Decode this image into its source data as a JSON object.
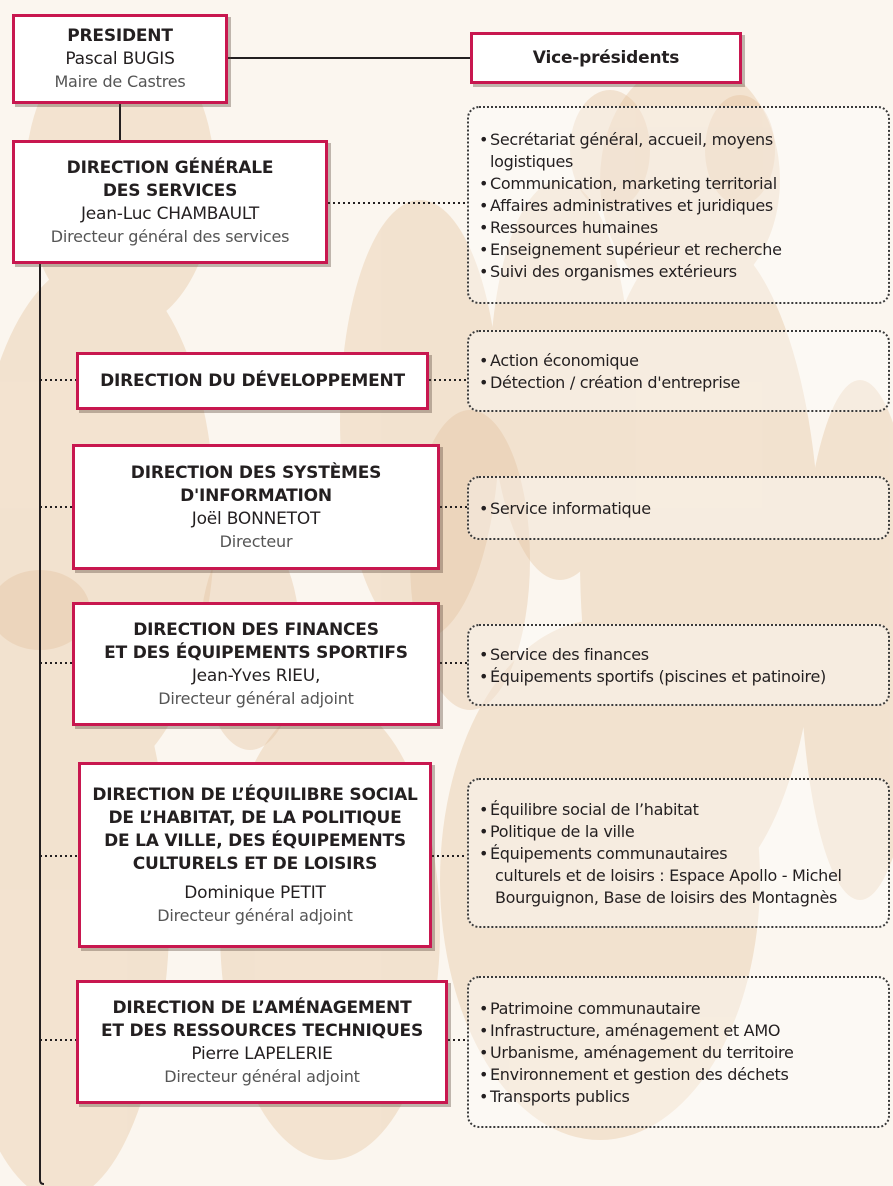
{
  "president": {
    "title": "PRESIDENT",
    "name": "Pascal BUGIS",
    "role": "Maire de Castres"
  },
  "vice": {
    "label": "Vice-présidents"
  },
  "dgs": {
    "title_1": "DIRECTION GÉNÉRALE",
    "title_2": "DES SERVICES",
    "name": "Jean-Luc CHAMBAULT",
    "role": "Directeur général des services",
    "items": [
      "Secrétariat général, accueil, moyens",
      "logistiques",
      "Communication, marketing territorial",
      "Affaires administratives et juridiques",
      "Ressources humaines",
      "Enseignement supérieur et recherche",
      "Suivi des organismes extérieurs"
    ]
  },
  "dev": {
    "title": "DIRECTION DU DÉVELOPPEMENT",
    "items": [
      "Action économique",
      "Détection / création d'entreprise"
    ]
  },
  "dsi": {
    "title_1": "DIRECTION DES SYSTÈMES",
    "title_2": "D'INFORMATION",
    "name": "Joël BONNETOT",
    "role": "Directeur",
    "items": [
      "Service informatique"
    ]
  },
  "fin": {
    "title_1": "DIRECTION DES FINANCES",
    "title_2": "ET DES ÉQUIPEMENTS SPORTIFS",
    "name": "Jean-Yves RIEU,",
    "role": "Directeur général adjoint",
    "items": [
      "Service des finances",
      "Équipements sportifs (piscines et patinoire)"
    ]
  },
  "soc": {
    "title_1": "DIRECTION DE L’ÉQUILIBRE SOCIAL",
    "title_2": "DE L’HABITAT, DE LA POLITIQUE",
    "title_3": "DE LA VILLE, DES ÉQUIPEMENTS",
    "title_4": "CULTURELS ET DE LOISIRS",
    "name": "Dominique PETIT",
    "role": "Directeur général adjoint",
    "items": [
      "Équilibre social de l’habitat",
      "Politique de la ville",
      "Équipements communautaires",
      "culturels et de loisirs : Espace Apollo - Michel",
      "Bourguignon, Base de loisirs des Montagnès"
    ]
  },
  "ame": {
    "title_1": "DIRECTION DE L’AMÉNAGEMENT",
    "title_2": "ET DES RESSOURCES TECHNIQUES",
    "name": "Pierre LAPELERIE",
    "role": "Directeur général adjoint",
    "items": [
      "Patrimoine communautaire",
      "Infrastructure, aménagement et AMO",
      "Urbanisme, aménagement du territoire",
      "Environnement et gestion des déchets",
      "Transports publics"
    ]
  },
  "colors": {
    "box_border": "#c8174f",
    "background": "#fbf6ef",
    "photo_tint": "#e9c9a4"
  }
}
